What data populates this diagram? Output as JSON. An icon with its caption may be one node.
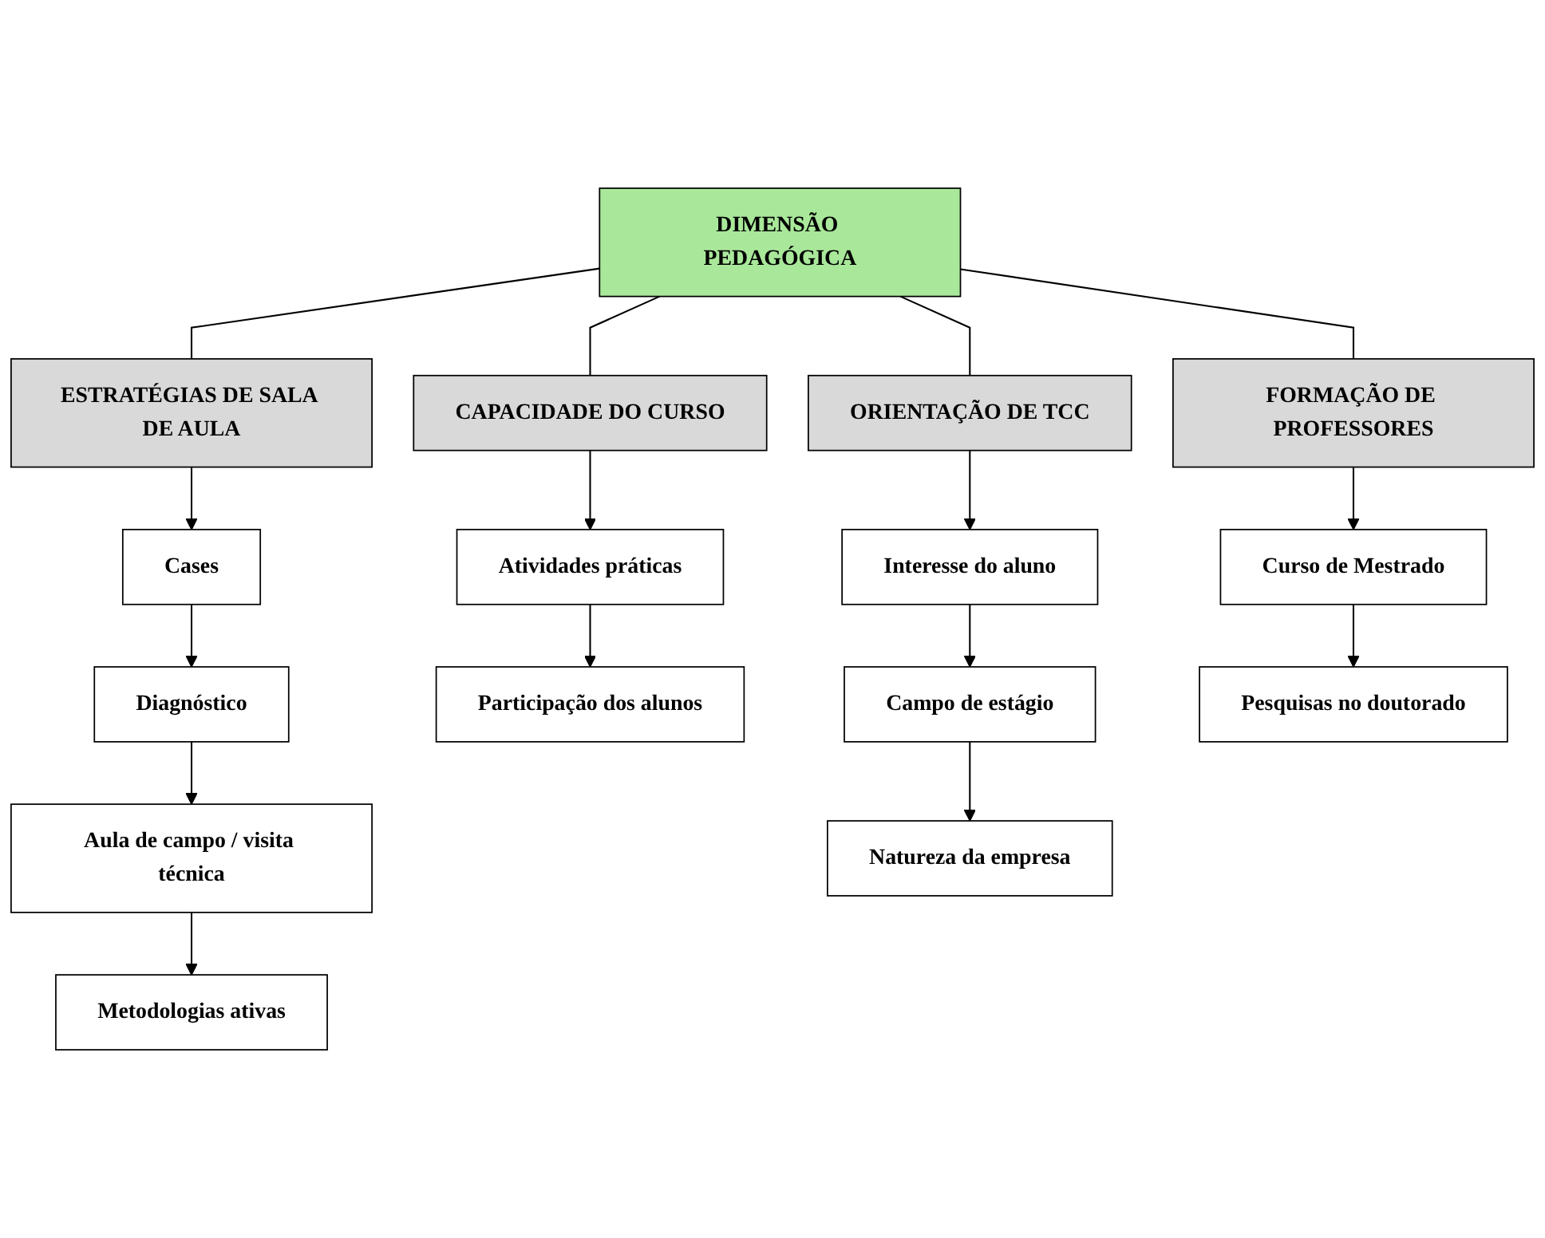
{
  "diagram": {
    "nodes": [
      {
        "text": [
          "DIMENSÃO PEDAGÓGICA"
        ]
      },
      {
        "text": [
          "ESTRATÉGIAS DE SALA DE AULA"
        ]
      },
      {
        "text": [
          "CAPACIDADE DO CURSO"
        ]
      },
      {
        "text": [
          "ORIENTAÇÃO DE TCC"
        ]
      },
      {
        "text": [
          "FORMAÇÃO DE PROFESSORES"
        ]
      },
      {
        "text": [
          "Cases"
        ]
      },
      {
        "text": [
          "Diagnóstico"
        ]
      },
      {
        "text": [
          "Aula de campo / visita técnica"
        ]
      },
      {
        "text": [
          "Metodologias ativas"
        ]
      },
      {
        "text": [
          "Atividades práticas"
        ]
      },
      {
        "text": [
          "Participação dos alunos"
        ]
      },
      {
        "text": [
          "Interesse do aluno"
        ]
      },
      {
        "text": [
          "Campo de estágio"
        ]
      },
      {
        "text": [
          "Natureza da empresa"
        ]
      },
      {
        "text": [
          "Curso de Mestrado"
        ]
      },
      {
        "text": [
          "Pesquisas no doutorado"
        ]
      }
    ],
    "edges": [
      {
        "from": 0,
        "to": 1,
        "arrow": "none"
      },
      {
        "from": 0,
        "to": 2,
        "arrow": "none"
      },
      {
        "from": 0,
        "to": 3,
        "arrow": "none"
      },
      {
        "from": 0,
        "to": 4,
        "arrow": "none"
      },
      {
        "from": 1,
        "to": 5,
        "arrow": "to"
      },
      {
        "from": 5,
        "to": 6,
        "arrow": "to"
      },
      {
        "from": 6,
        "to": 7,
        "arrow": "to"
      },
      {
        "from": 7,
        "to": 8,
        "arrow": "to"
      },
      {
        "from": 2,
        "to": 9,
        "arrow": "to"
      },
      {
        "from": 9,
        "to": 10,
        "arrow": "to"
      },
      {
        "from": 3,
        "to": 11,
        "arrow": "to"
      },
      {
        "from": 11,
        "to": 12,
        "arrow": "to"
      },
      {
        "from": 12,
        "to": 13,
        "arrow": "to"
      },
      {
        "from": 4,
        "to": 14,
        "arrow": "to"
      },
      {
        "from": 14,
        "to": 15,
        "arrow": "to"
      }
    ]
  }
}
